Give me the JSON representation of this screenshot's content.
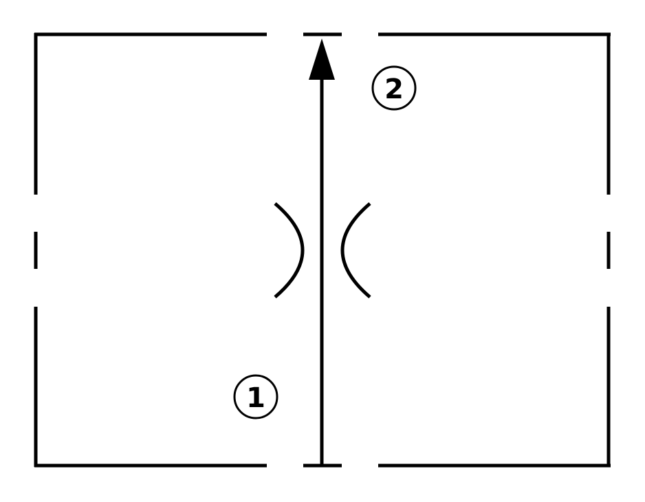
{
  "diagram": {
    "markers": [
      {
        "id": "1",
        "label": "1"
      },
      {
        "id": "2",
        "label": "2"
      }
    ],
    "colors": {
      "stroke": "#000000",
      "background": "#ffffff"
    }
  }
}
